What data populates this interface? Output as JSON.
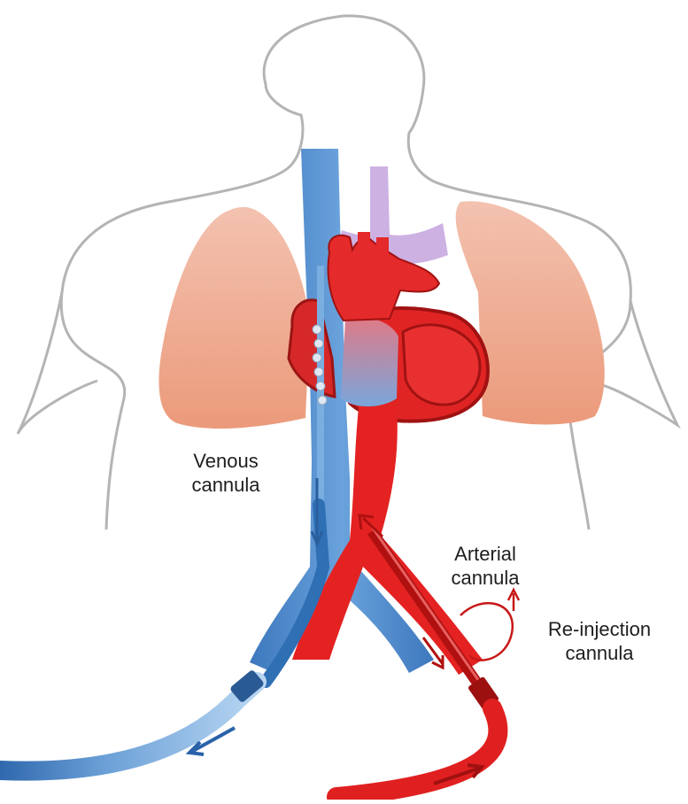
{
  "labels": {
    "venous": {
      "line1": "Venous",
      "line2": "cannula"
    },
    "arterial": {
      "line1": "Arterial",
      "line2": "cannula"
    },
    "reinjection": {
      "line1": "Re-injection",
      "line2": "cannula"
    }
  },
  "colors": {
    "outline": "#b4b4b4",
    "lung_top": "#f2b8a4",
    "lung_bottom": "#ec9c7c",
    "vein_blue": "#4a86c8",
    "vein_light": "#9cc4ec",
    "artery_red": "#e32222",
    "artery_dark": "#b01010",
    "pulmonary_purple": "#c8a8e0",
    "text": "#1e1e1e"
  }
}
